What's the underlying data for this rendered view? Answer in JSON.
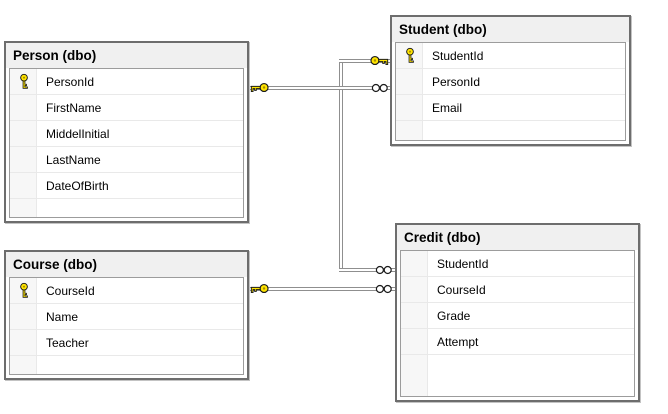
{
  "diagram": {
    "tables": [
      {
        "title": "Person (dbo)",
        "columns": [
          {
            "name": "PersonId",
            "pk": true
          },
          {
            "name": "FirstName",
            "pk": false
          },
          {
            "name": "MiddelInitial",
            "pk": false
          },
          {
            "name": "LastName",
            "pk": false
          },
          {
            "name": "DateOfBirth",
            "pk": false
          }
        ]
      },
      {
        "title": "Student (dbo)",
        "columns": [
          {
            "name": "StudentId",
            "pk": true
          },
          {
            "name": "PersonId",
            "pk": false
          },
          {
            "name": "Email",
            "pk": false
          }
        ]
      },
      {
        "title": "Course (dbo)",
        "columns": [
          {
            "name": "CourseId",
            "pk": true
          },
          {
            "name": "Name",
            "pk": false
          },
          {
            "name": "Teacher",
            "pk": false
          }
        ]
      },
      {
        "title": "Credit (dbo)",
        "columns": [
          {
            "name": "StudentId",
            "pk": false
          },
          {
            "name": "CourseId",
            "pk": false
          },
          {
            "name": "Grade",
            "pk": false
          },
          {
            "name": "Attempt",
            "pk": false
          }
        ]
      }
    ],
    "relationships": [
      {
        "one_side": "Person.PersonId",
        "many_side": "Student.PersonId",
        "one_symbol": "key",
        "many_symbol": "infinity"
      },
      {
        "one_side": "Student.StudentId",
        "many_side": "Credit.StudentId",
        "one_symbol": "key",
        "many_symbol": "infinity"
      },
      {
        "one_side": "Course.CourseId",
        "many_side": "Credit.CourseId",
        "one_symbol": "key",
        "many_symbol": "infinity"
      }
    ],
    "colors": {
      "key_yellow": "#ffe400",
      "line_gray": "#8f8f8f",
      "header_bg": "#f0f0f0",
      "outer_border": "#6d6d6d",
      "inner_border": "#9c9c9c",
      "row_separator": "#e9e9e9"
    }
  }
}
